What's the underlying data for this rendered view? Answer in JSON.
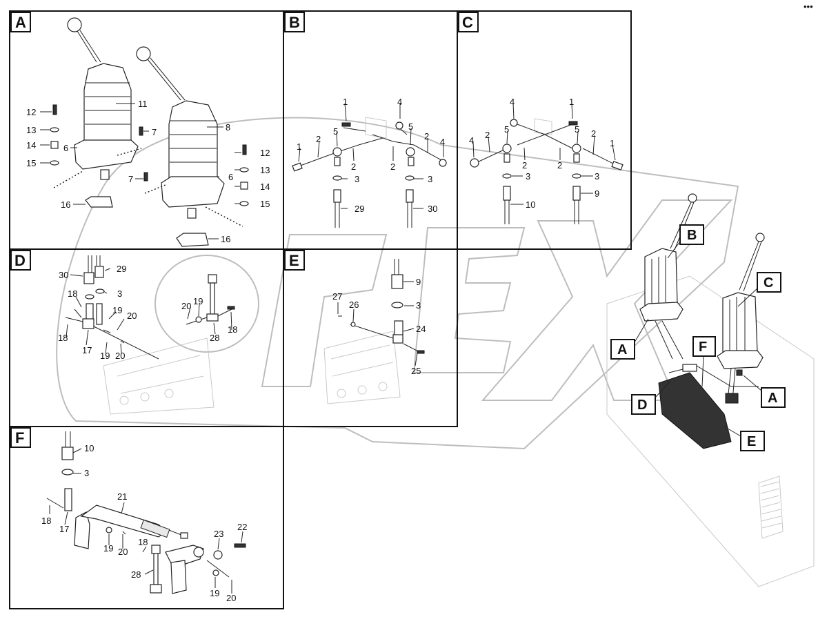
{
  "corner_mark": "•••",
  "panels": {
    "A": "A",
    "B": "B",
    "C": "C",
    "D": "D",
    "E": "E",
    "F": "F"
  },
  "panel_A": {
    "callouts": [
      "11",
      "8",
      "12",
      "13",
      "14",
      "15",
      "6",
      "7",
      "12",
      "13",
      "14",
      "15",
      "7",
      "6",
      "16",
      "16"
    ]
  },
  "panel_B": {
    "callouts": [
      "1",
      "4",
      "5",
      "5",
      "1",
      "2",
      "2",
      "4",
      "2",
      "2",
      "3",
      "3",
      "29",
      "30"
    ]
  },
  "panel_C": {
    "callouts": [
      "4",
      "1",
      "5",
      "5",
      "4",
      "2",
      "2",
      "1",
      "2",
      "2",
      "3",
      "3",
      "10",
      "9"
    ]
  },
  "panel_D": {
    "callouts": [
      "30",
      "29",
      "3",
      "18",
      "19",
      "20",
      "18",
      "17",
      "19",
      "20",
      "20",
      "19",
      "28",
      "18"
    ]
  },
  "panel_E": {
    "callouts": [
      "9",
      "3",
      "27",
      "26",
      "24",
      "25"
    ]
  },
  "panel_F": {
    "callouts": [
      "10",
      "3",
      "21",
      "18",
      "17",
      "19",
      "20",
      "18",
      "23",
      "22",
      "28",
      "19",
      "20"
    ]
  },
  "overview": {
    "labels": [
      "B",
      "C",
      "A",
      "F",
      "D",
      "A",
      "E"
    ]
  }
}
